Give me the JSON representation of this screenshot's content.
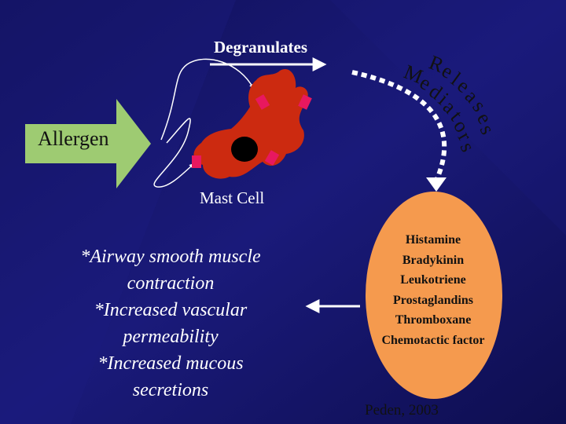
{
  "labels": {
    "degranulates": "Degranulates",
    "allergen": "Allergen",
    "mast_cell": "Mast Cell",
    "releases": "Releases",
    "mediators_word": "Mediators"
  },
  "mediators": [
    "Histamine",
    "Bradykinin",
    "Leukotriene",
    "Prostaglandins",
    "Thromboxane",
    "Chemotactic factor"
  ],
  "effects": [
    "*Airway smooth muscle",
    "contraction",
    "*Increased vascular",
    "permeability",
    "*Increased mucous",
    "secretions"
  ],
  "citation": "Peden, 2003",
  "colors": {
    "background": "#12125a",
    "allergen_arrow": "#9ecb72",
    "mast_cell": "#cc2a10",
    "granule": "#e8185f",
    "mediator_ellipse": "#f59a4e",
    "arrow": "#ffffff"
  }
}
